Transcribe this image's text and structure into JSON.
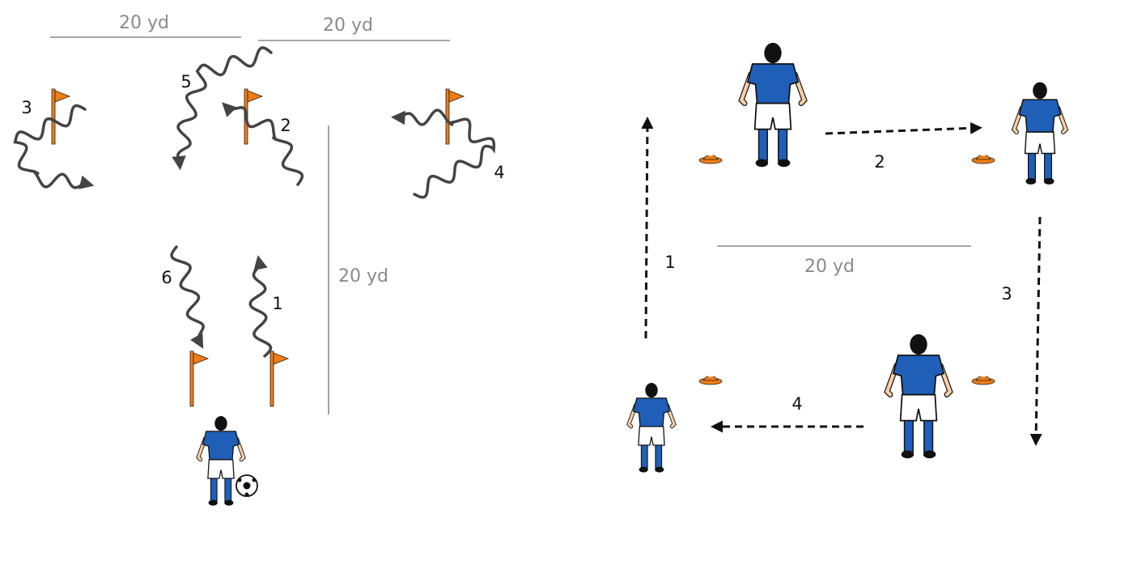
{
  "left_drill": {
    "distance_top_left": "20 yd",
    "distance_top_right": "20 yd",
    "distance_side": "20 yd",
    "steps": [
      "1",
      "2",
      "3",
      "4",
      "5",
      "6"
    ]
  },
  "right_drill": {
    "distance_center": "20 yd",
    "steps": [
      "1",
      "2",
      "3",
      "4"
    ]
  },
  "colors": {
    "jersey": "#1f5fb8",
    "flag": "#f07d14",
    "cone": "#f07d14",
    "measure_line": "#8a8a8a",
    "dribble_path": "#444444",
    "pass_arrow": "#111111"
  }
}
